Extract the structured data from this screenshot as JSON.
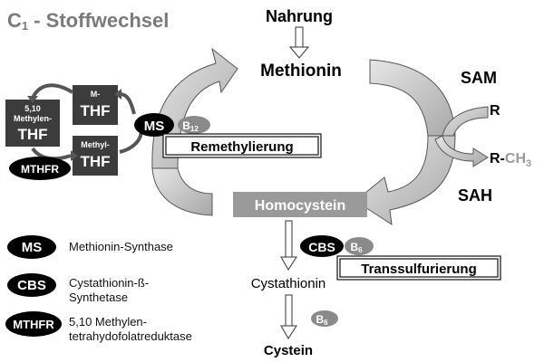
{
  "title": {
    "main": "C",
    "sub": "1",
    "rest": " - Stoffwechsel"
  },
  "cycle": {
    "nahrung": "Nahrung",
    "methionin": "Methionin",
    "sam": "SAM",
    "r": "R",
    "r_ch3_prefix": "R-",
    "r_ch3_suffix": "CH",
    "r_ch3_sub": "3",
    "sah": "SAH",
    "homocystein": "Homocystein"
  },
  "folate": {
    "m_thf_top": "M-",
    "m_thf_bottom": "THF",
    "methylen_line1": "5,10",
    "methylen_line2": "Methylen-",
    "methylen_thf": "THF",
    "methyl_thf_top": "Methyl-",
    "methyl_thf_bottom": "THF",
    "ms_badge": "MS",
    "mthfr_badge": "MTHFR",
    "b12_main": "B",
    "b12_sub": "12",
    "remethylierung": "Remethylierung"
  },
  "transsulf": {
    "cbs_badge": "CBS",
    "b6_main": "B",
    "b6_sub": "6",
    "transsulfurierung": "Transsulfurierung",
    "cystathionin": "Cystathionin",
    "b6_lower_main": "B",
    "b6_lower_sub": "6",
    "cystein": "Cystein"
  },
  "legend": [
    {
      "abbr": "MS",
      "text": "Methionin-Synthase"
    },
    {
      "abbr": "CBS",
      "text": "Cystathionin-ß-\nSynthetase"
    },
    {
      "abbr": "MTHFR",
      "text": "5,10 Methylen-\ntetrahydofolatreduktase"
    }
  ],
  "colors": {
    "arrow_fill": "#c9c9c9",
    "box_dark": "#3c3c3c",
    "box_gray": "#9a9a9a",
    "title_gray": "#7a7a7a"
  }
}
